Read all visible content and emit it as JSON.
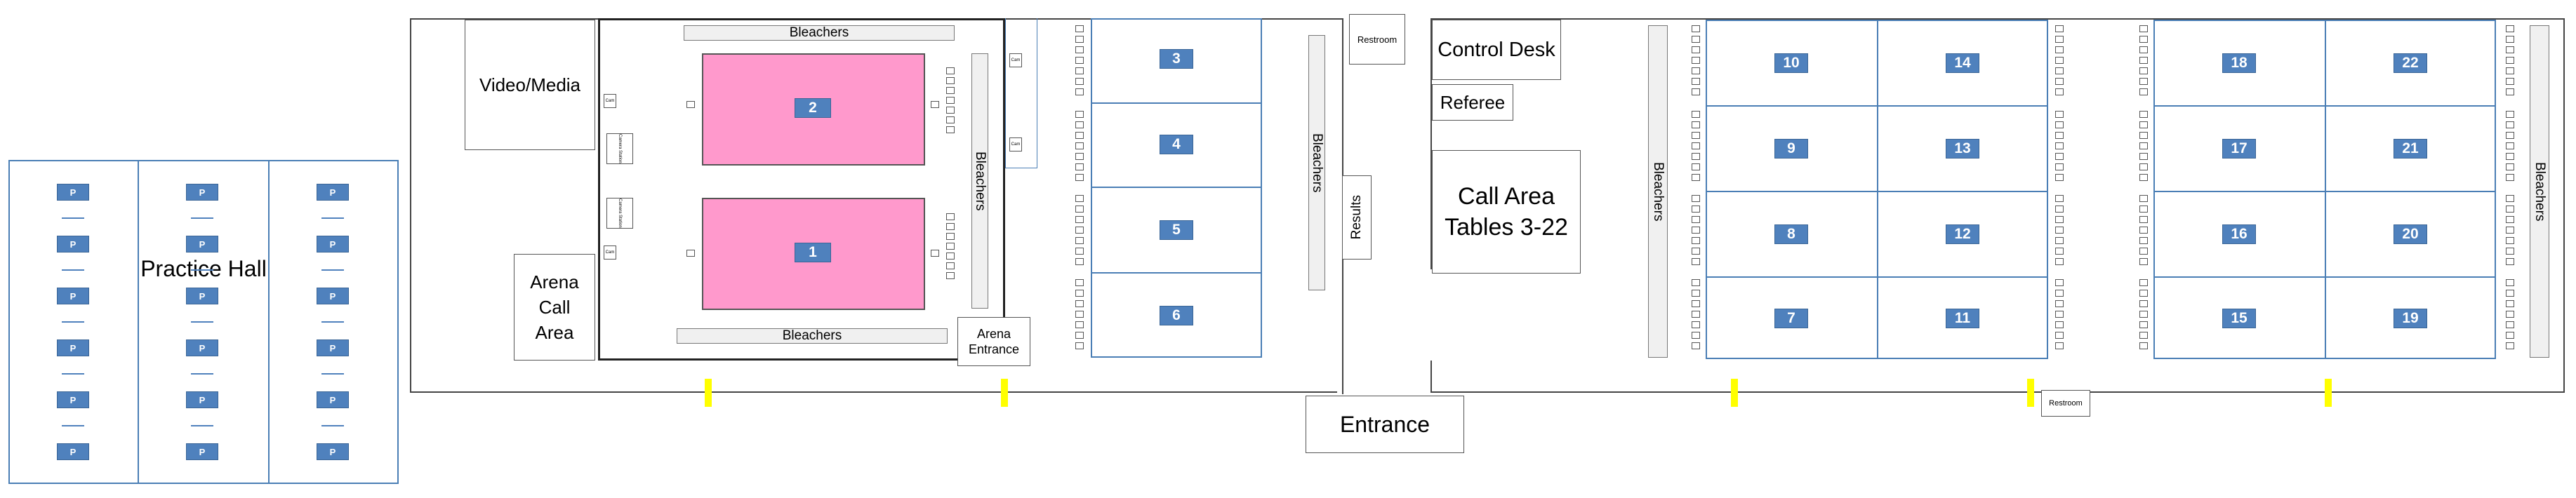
{
  "practice_hall": {
    "title": "Practice Hall",
    "badge": "P"
  },
  "arena": {
    "video_media": "Video/Media",
    "call_area": "Arena Call Area",
    "entrance": "Arena Entrance",
    "bleachers_top": "Bleachers",
    "bleachers_bottom": "Bleachers",
    "bleachers_side": "Bleachers",
    "table_2": "2",
    "table_1": "1",
    "camera_label": "Camera Station",
    "cam_small": "Cam"
  },
  "left_hall": {
    "tables": [
      "3",
      "4",
      "5",
      "6"
    ],
    "bleachers": "Bleachers",
    "restroom": "Restroom",
    "results": "Results"
  },
  "main": {
    "control_desk": "Control Desk",
    "referee": "Referee",
    "call_area": "Call Area Tables 3-22",
    "bleachers_left": "Bleachers",
    "bleachers_right": "Bleachers",
    "tables_a": [
      [
        "10",
        "14"
      ],
      [
        "9",
        "13"
      ],
      [
        "8",
        "12"
      ],
      [
        "7",
        "11"
      ]
    ],
    "tables_b": [
      [
        "18",
        "22"
      ],
      [
        "17",
        "21"
      ],
      [
        "16",
        "20"
      ],
      [
        "15",
        "19"
      ]
    ],
    "restroom": "Restroom"
  },
  "entrance": "Entrance",
  "colors": {
    "table_badge": "#4f81bd",
    "competition_mat": "#ff99cc",
    "marker": "#ffff00"
  }
}
